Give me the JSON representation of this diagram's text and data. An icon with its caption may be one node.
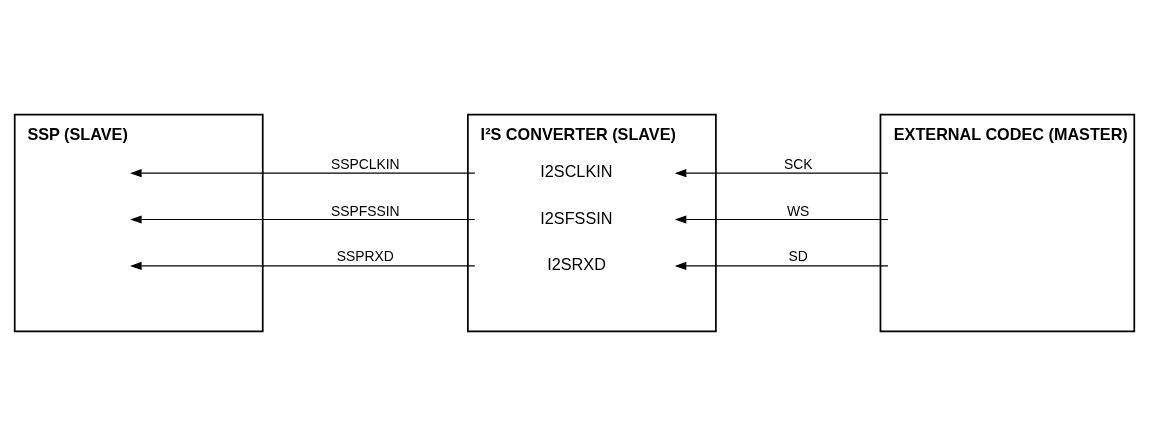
{
  "diagram": {
    "nodes": [
      {
        "text": [
          "SSP (SLAVE)"
        ]
      },
      {
        "text": [
          "I²S CONVERTER (SLAVE)",
          "I2SCLKIN",
          "I2SFSSIN",
          "I2SRXD"
        ]
      },
      {
        "text": [
          "EXTERNAL CODEC (MASTER)"
        ]
      }
    ],
    "edges": [
      {
        "from": 2,
        "to": 1,
        "arrow": "to",
        "label": "SCK"
      },
      {
        "from": 2,
        "to": 1,
        "arrow": "to",
        "label": "WS"
      },
      {
        "from": 2,
        "to": 1,
        "arrow": "to",
        "label": "SD"
      },
      {
        "from": 1,
        "to": 0,
        "arrow": "to",
        "label": "SSPCLKIN"
      },
      {
        "from": 1,
        "to": 0,
        "arrow": "to",
        "label": "SSPFSSIN"
      },
      {
        "from": 1,
        "to": 0,
        "arrow": "to",
        "label": "SSPRXD"
      }
    ]
  }
}
